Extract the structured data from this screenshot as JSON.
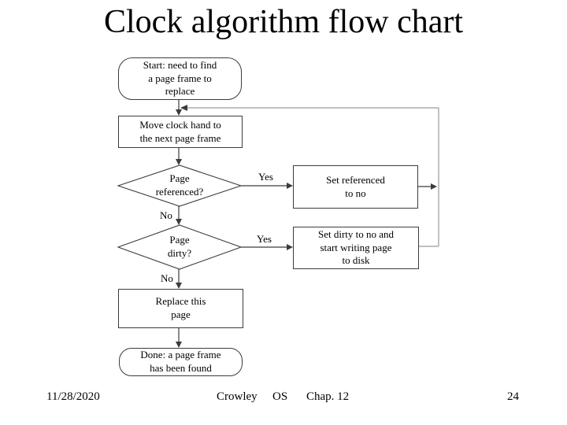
{
  "slide": {
    "title": "Clock algorithm flow chart",
    "footer": {
      "date": "11/28/2020",
      "author": "Crowley",
      "course": "OS",
      "chapter": "Chap. 12",
      "page_number": "24"
    }
  },
  "flowchart": {
    "nodes": {
      "start": "Start:  need to find\na page frame to\nreplace",
      "move_clock_hand": "Move clock hand to\nthe next page frame",
      "page_referenced": "Page\nreferenced?",
      "set_referenced": "Set referenced\nto no",
      "page_dirty": "Page\ndirty?",
      "set_dirty": "Set dirty to no and\nstart writing page\nto disk",
      "replace_page": "Replace this\npage",
      "done": "Done:  a page frame\nhas been found"
    },
    "labels": {
      "yes_referenced": "Yes",
      "no_referenced": "No",
      "yes_dirty": "Yes",
      "no_dirty": "No"
    }
  },
  "colors": {
    "background": "#ffffff",
    "text": "#000000",
    "line": "#3c3c3c",
    "feedback_line": "#9a9a9a"
  }
}
